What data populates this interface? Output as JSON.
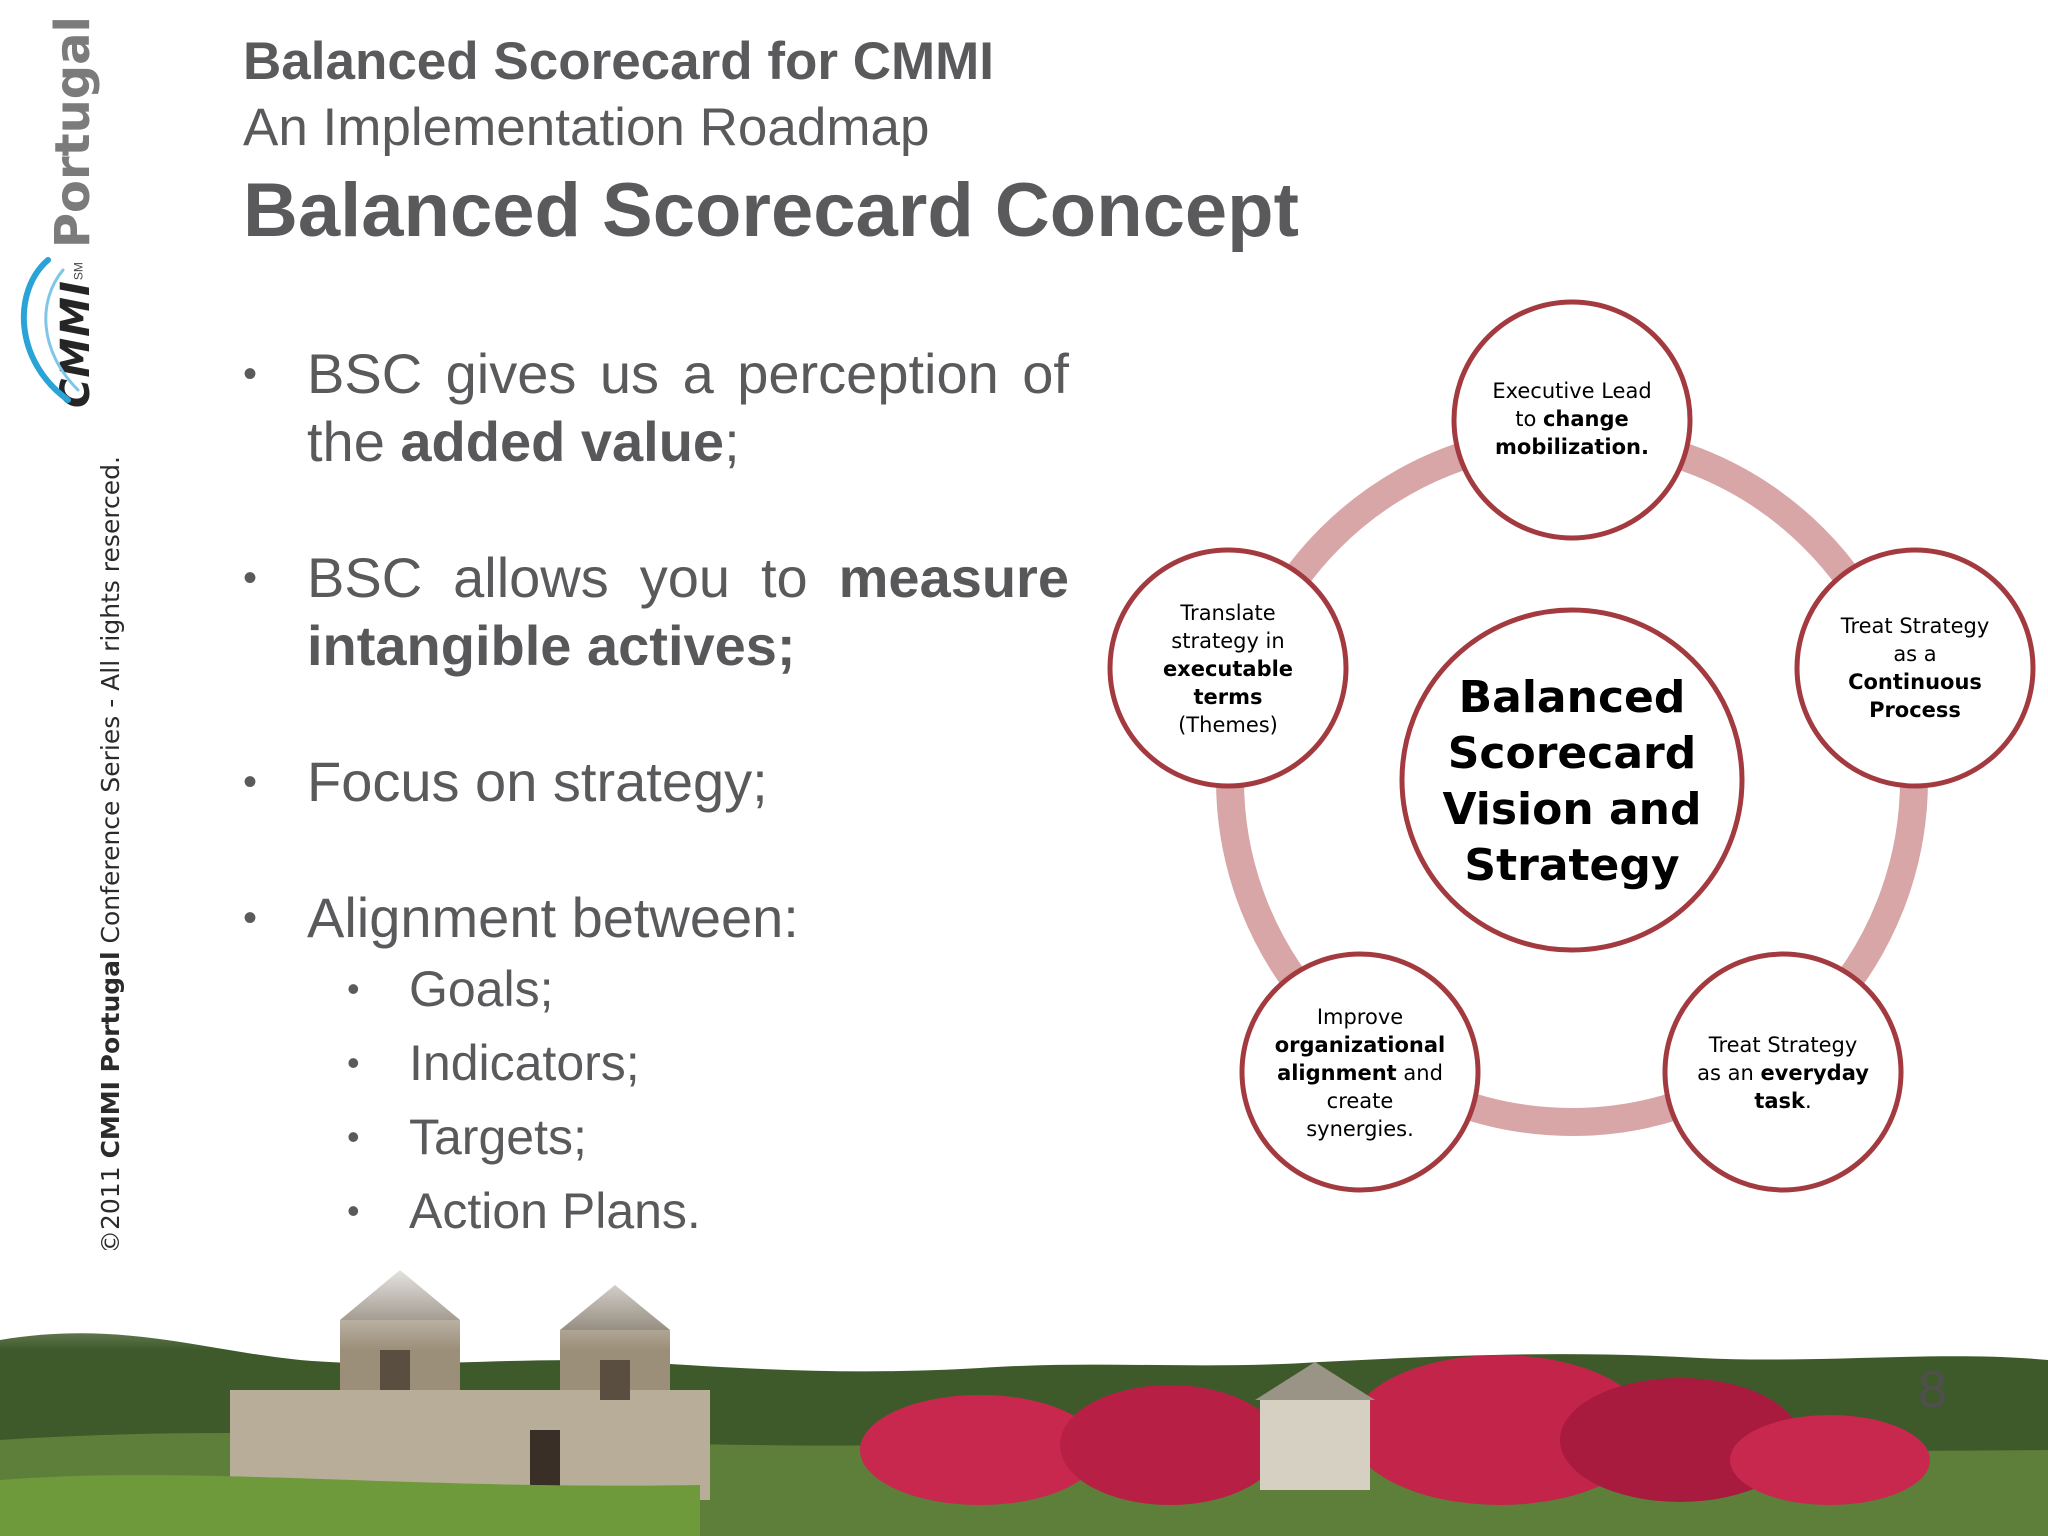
{
  "sidebar": {
    "copyright_prefix": "©2011 ",
    "copyright_bold": "CMMI Portugal",
    "copyright_rest": " Conference Series - All rights reserced.",
    "brand_cmmi": "CMMI",
    "brand_sm": "SM",
    "brand_portugal": "Portugal"
  },
  "header": {
    "line1": "Balanced Scorecard for CMMI",
    "line2": "An Implementation Roadmap",
    "title": "Balanced Scorecard Concept"
  },
  "bullets": {
    "b1_pre": "BSC gives us a perception of the ",
    "b1_bold": "added value",
    "b1_post": ";",
    "b2_pre": "BSC allows you to ",
    "b2_bold": "measure intangible actives;",
    "b3": "Focus on strategy;",
    "b4": "Alignment between:",
    "sub": [
      "Goals;",
      "Indicators;",
      "Targets;",
      "Action Plans."
    ]
  },
  "diagram": {
    "center": [
      "Balanced",
      "Scorecard",
      "Vision and",
      "Strategy"
    ],
    "top": {
      "l1": "Executive Lead",
      "l2a": "to ",
      "l2b": "change",
      "l3": "mobilization."
    },
    "right": {
      "l1": "Treat Strategy",
      "l2": "as a",
      "l3": "Continuous",
      "l4": "Process"
    },
    "bottom_right": {
      "l1": "Treat Strategy",
      "l2a": "as an ",
      "l2b": "everyday",
      "l3": "task",
      "l3b": "."
    },
    "bottom_left": {
      "l1": "Improve",
      "l2": "organizational",
      "l3a": "alignment",
      "l3b": " and",
      "l4": "create",
      "l5": "synergies."
    },
    "left": {
      "l1": "Translate",
      "l2": "strategy in",
      "l3": "executable",
      "l4": "terms",
      "l5": "(Themes)"
    },
    "colors": {
      "ring": "#d9a6a8",
      "stroke": "#a33a3f",
      "text": "#000000"
    }
  },
  "page_number": "8"
}
